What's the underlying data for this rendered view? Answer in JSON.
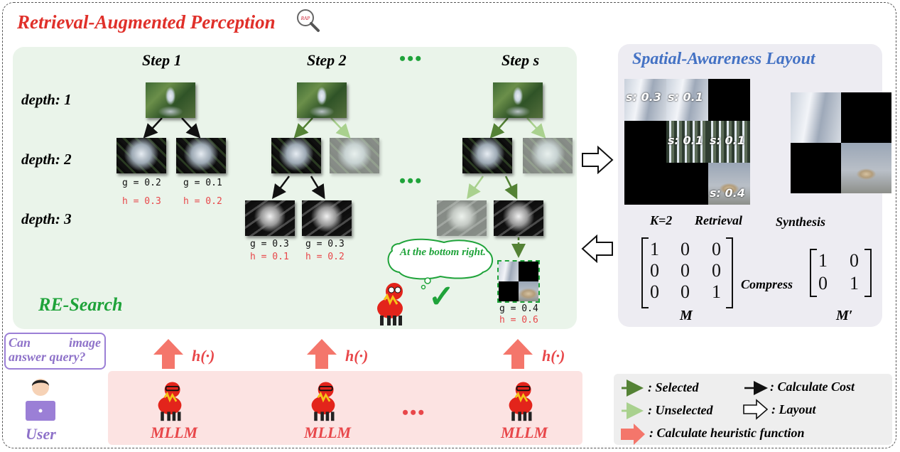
{
  "title": "Retrieval-Augmented Perception",
  "title_icon": "rap-magnifier-icon",
  "search_panel": {
    "steps": [
      "Step 1",
      "Step 2",
      "Step s"
    ],
    "ellipsis": "•••",
    "depths": [
      "depth: 1",
      "depth: 2",
      "depth: 3"
    ],
    "label": "RE-Search",
    "step1_scores": [
      {
        "g": "g = 0.2",
        "h": "h = 0.3"
      },
      {
        "g": "g = 0.1",
        "h": "h = 0.2"
      }
    ],
    "step2_scores": [
      {
        "g": "g = 0.3",
        "h": "h = 0.1"
      },
      {
        "g": "g = 0.3",
        "h": "h = 0.2"
      }
    ],
    "steps_final_score": {
      "g": "g = 0.4",
      "h": "h = 0.6"
    },
    "speech": "At the bottom right.",
    "check": "✓"
  },
  "layout_panel": {
    "title": "Spatial-Awareness Layout",
    "crop_scores": [
      "s: 0.3",
      "s: 0.1",
      "s: 0.1",
      "s: 0.1",
      "s: 0.4"
    ],
    "k_label": "K=2",
    "retrieval": "Retrieval",
    "synthesis": "Synthesis",
    "compress": "Compress",
    "matrix_M": [
      [
        "1",
        "0",
        "0"
      ],
      [
        "0",
        "0",
        "0"
      ],
      [
        "0",
        "0",
        "1"
      ]
    ],
    "matrix_M_label": "M",
    "matrix_Mp": [
      [
        "1",
        "0"
      ],
      [
        "0",
        "1"
      ]
    ],
    "matrix_Mp_label": "M′"
  },
  "bottom": {
    "user_query": "Can image answer query?",
    "user_label": "User",
    "h_label": "h(·)",
    "mllm_label": "MLLM",
    "ellipsis": "•••"
  },
  "legend": {
    "selected": ": Selected",
    "unselected": ": Unselected",
    "calc_cost": ": Calculate Cost",
    "layout": ": Layout",
    "heuristic": ": Calculate  heuristic function"
  },
  "colors": {
    "title_red": "#e0302a",
    "blue_title": "#4472c4",
    "green_text": "#1fa33a",
    "selected_arrow": "#548235",
    "unselected_arrow": "#a9d18e",
    "heuristic_arrow": "#f4766b",
    "search_bg": "#eaf4ea",
    "layout_bg": "#edecf2",
    "mllm_band": "#fce3e2",
    "legend_bg": "#eeeeee",
    "h_red": "#e8474a"
  }
}
